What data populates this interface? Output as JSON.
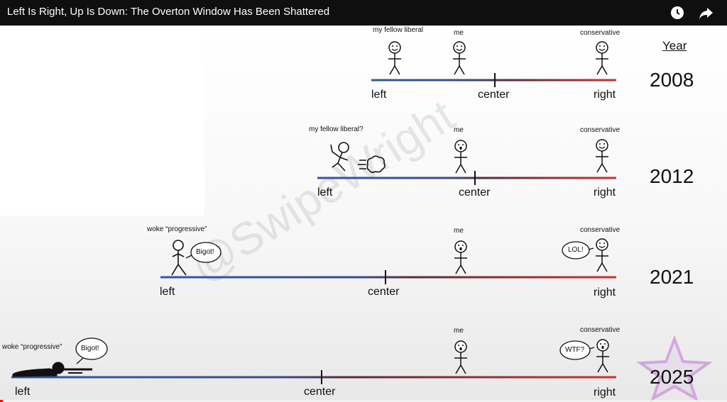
{
  "video": {
    "title": "Left Is Right, Up Is Down: The Overton Window Has Been Shattered",
    "watch_later_icon": "clock-icon",
    "share_icon": "share-arrow-icon"
  },
  "year_header": "Year",
  "watermark": "@SwipeWright",
  "axis_labels": {
    "left": "left",
    "center": "center",
    "right": "right"
  },
  "panels": [
    {
      "year": "2008",
      "figures": [
        "my fellow liberal",
        "me",
        "conservative"
      ]
    },
    {
      "year": "2012",
      "figures": [
        "my fellow liberal?",
        "me",
        "conservative"
      ]
    },
    {
      "year": "2021",
      "figures": [
        "woke “progressive”",
        "me",
        "conservative"
      ],
      "bubbles": [
        "Bigot!",
        "LOL!"
      ]
    },
    {
      "year": "2025",
      "figures": [
        "woke “progressive”",
        "me",
        "conservative"
      ],
      "bubbles": [
        "Bigot!",
        "WTF?"
      ]
    }
  ],
  "colors": {
    "left": "#2e5aa8",
    "right": "#c8342f",
    "progress": "#ff0000"
  }
}
